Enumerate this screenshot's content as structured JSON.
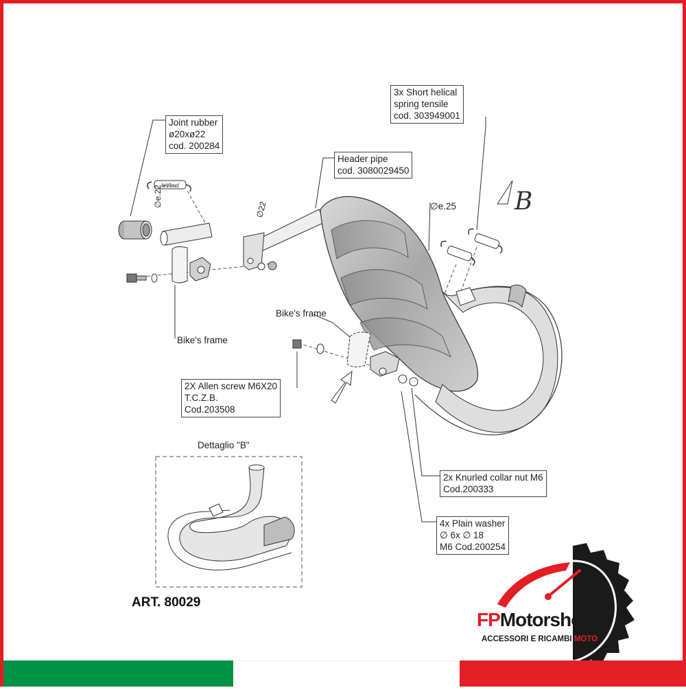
{
  "callouts": {
    "joint_rubber": [
      "Joint rubber",
      "ø20xø22",
      "cod. 200284"
    ],
    "header_pipe": [
      "Header pipe",
      "cod. 3080029450"
    ],
    "springs": [
      "3x Short helical",
      "spring tensile",
      "cod. 303949001"
    ],
    "allen_screw": [
      "2X Allen screw M6X20",
      "T.C.Z.B.",
      "Cod.203508"
    ],
    "collar_nut": [
      "2x Knurled collar nut M6",
      "Cod.200333"
    ],
    "washer": [
      "4x Plain washer",
      "∅ 6x ∅ 18",
      "M6 Cod.200254"
    ]
  },
  "labels": {
    "bikes_frame_left": "Bike's frame",
    "bikes_frame_center": "Bike's frame",
    "dim_e22": "∅e.22",
    "dim_22": "∅22",
    "dim_e25": "∅e.25",
    "view_b": "B",
    "detail_title": "Dettaglio \"B\"",
    "article": "ART. 80029"
  },
  "brand": {
    "name_fp": "FP",
    "name_rest": "Motorshop",
    "tagline_dark": "ACCESSORI E RICAMBI ",
    "tagline_red": "MOTO",
    "logo_icon": "gear-speedometer-icon"
  },
  "colors": {
    "accent_red": "#e31e24",
    "flag_green": "#009246",
    "flag_white": "#ffffff",
    "flag_red": "#e31e24",
    "line_gray": "#555555"
  }
}
